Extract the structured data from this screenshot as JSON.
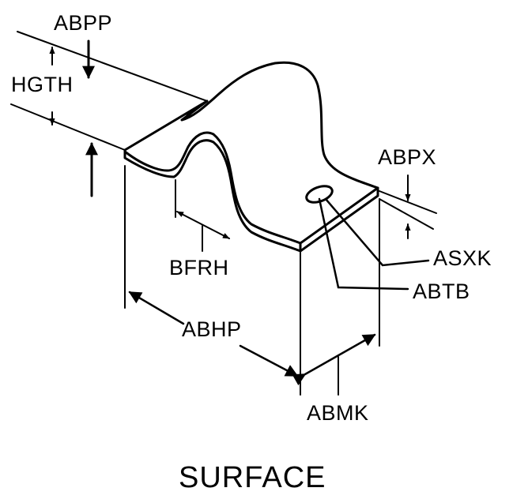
{
  "labels": {
    "abpp": "ABPP",
    "hgth": "HGTH",
    "abpx": "ABPX",
    "bfrh": "BFRH",
    "asxk": "ASXK",
    "abtb": "ABTB",
    "abhp": "ABHP",
    "abmk": "ABMK"
  },
  "caption": "SURFACE",
  "colors": {
    "ink": "#000000",
    "paper": "#ffffff"
  }
}
